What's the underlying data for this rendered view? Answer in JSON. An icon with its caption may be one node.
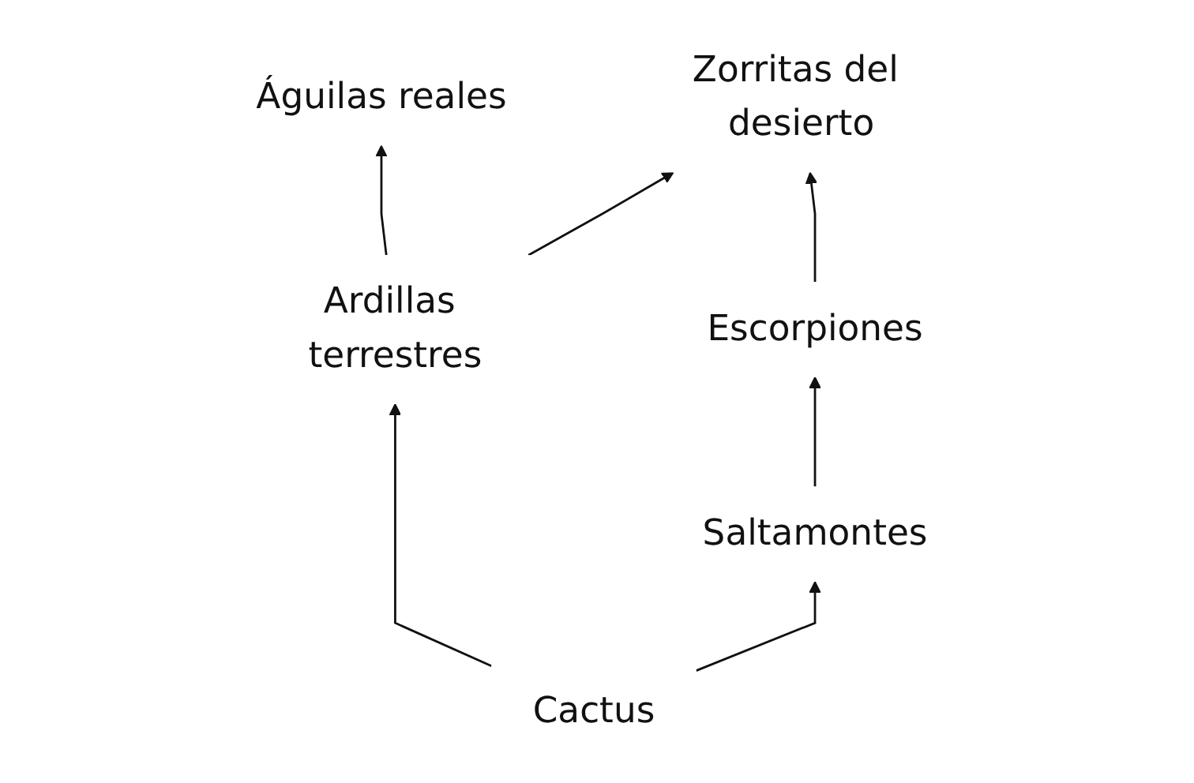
{
  "diagram": {
    "nodes": [
      {
        "text": [
          "Zorritas del desierto"
        ]
      },
      {
        "text": [
          "Águilas reales"
        ]
      },
      {
        "text": [
          "Escorpiones"
        ]
      },
      {
        "text": [
          "Ardillas terrestres"
        ]
      },
      {
        "text": [
          "Saltamontes"
        ]
      },
      {
        "text": [
          "Cactus"
        ]
      }
    ],
    "edges": [
      {
        "from": 5,
        "to": 3,
        "arrow": "to"
      },
      {
        "from": 5,
        "to": 4,
        "arrow": "to"
      },
      {
        "from": 3,
        "to": 1,
        "arrow": "to"
      },
      {
        "from": 3,
        "to": 0,
        "arrow": "to"
      },
      {
        "from": 4,
        "to": 2,
        "arrow": "to"
      },
      {
        "from": 2,
        "to": 0,
        "arrow": "to"
      }
    ]
  }
}
